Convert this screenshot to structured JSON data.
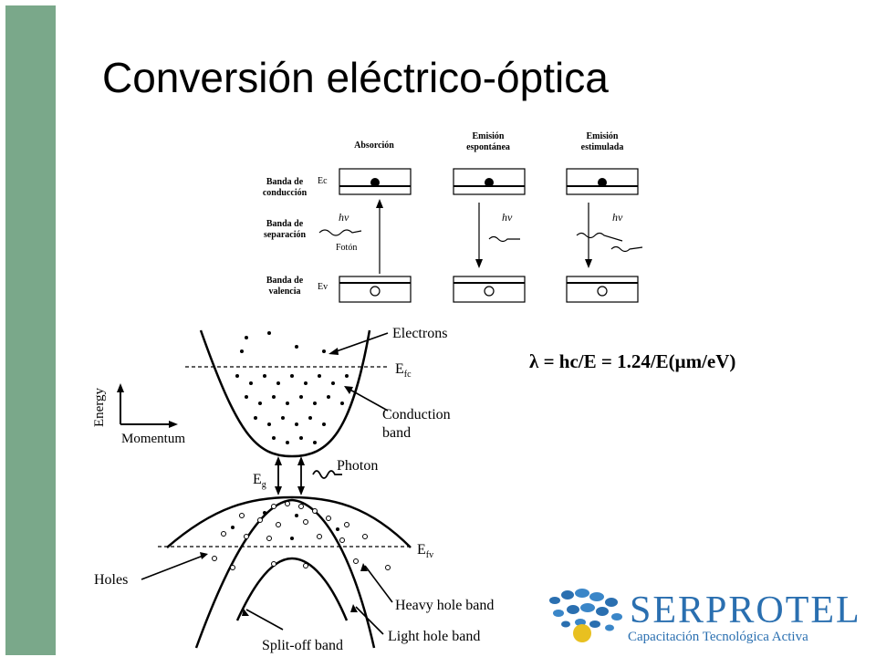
{
  "slide": {
    "title": "Conversión eléctrico-óptica",
    "accent_color": "#7aa88a"
  },
  "transitions_diagram": {
    "columns": [
      "Absorción",
      "Emisión espontánea",
      "Emisión estimulada"
    ],
    "col_line1": [
      "Absorción",
      "Emisión",
      "Emisión"
    ],
    "col_line2": [
      "",
      "espontánea",
      "estimulada"
    ],
    "row_conduction": [
      "Banda de",
      "conducción"
    ],
    "row_gap": [
      "Banda de",
      "separación"
    ],
    "row_valence": [
      "Banda de",
      "valencia"
    ],
    "ec": "Ec",
    "ev": "Ev",
    "hv": "hν",
    "photon": "Fotón"
  },
  "band_diagram": {
    "electrons": "Electrons",
    "efc_main": "E",
    "efc_sub": "fc",
    "efv_main": "E",
    "efv_sub": "fv",
    "eg_main": "E",
    "eg_sub": "g",
    "conduction_1": "Conduction",
    "conduction_2": "band",
    "photon": "Photon",
    "energy": "Energy",
    "momentum": "Momentum",
    "holes": "Holes",
    "heavy_hole": "Heavy hole band",
    "light_hole": "Light hole band",
    "split_off": "Split-off band"
  },
  "formula": "λ = hc/E = 1.24/E(μm/eV)",
  "logo": {
    "name": "SERPROTEL",
    "tagline": "Capacitación Tecnológica Activa"
  }
}
